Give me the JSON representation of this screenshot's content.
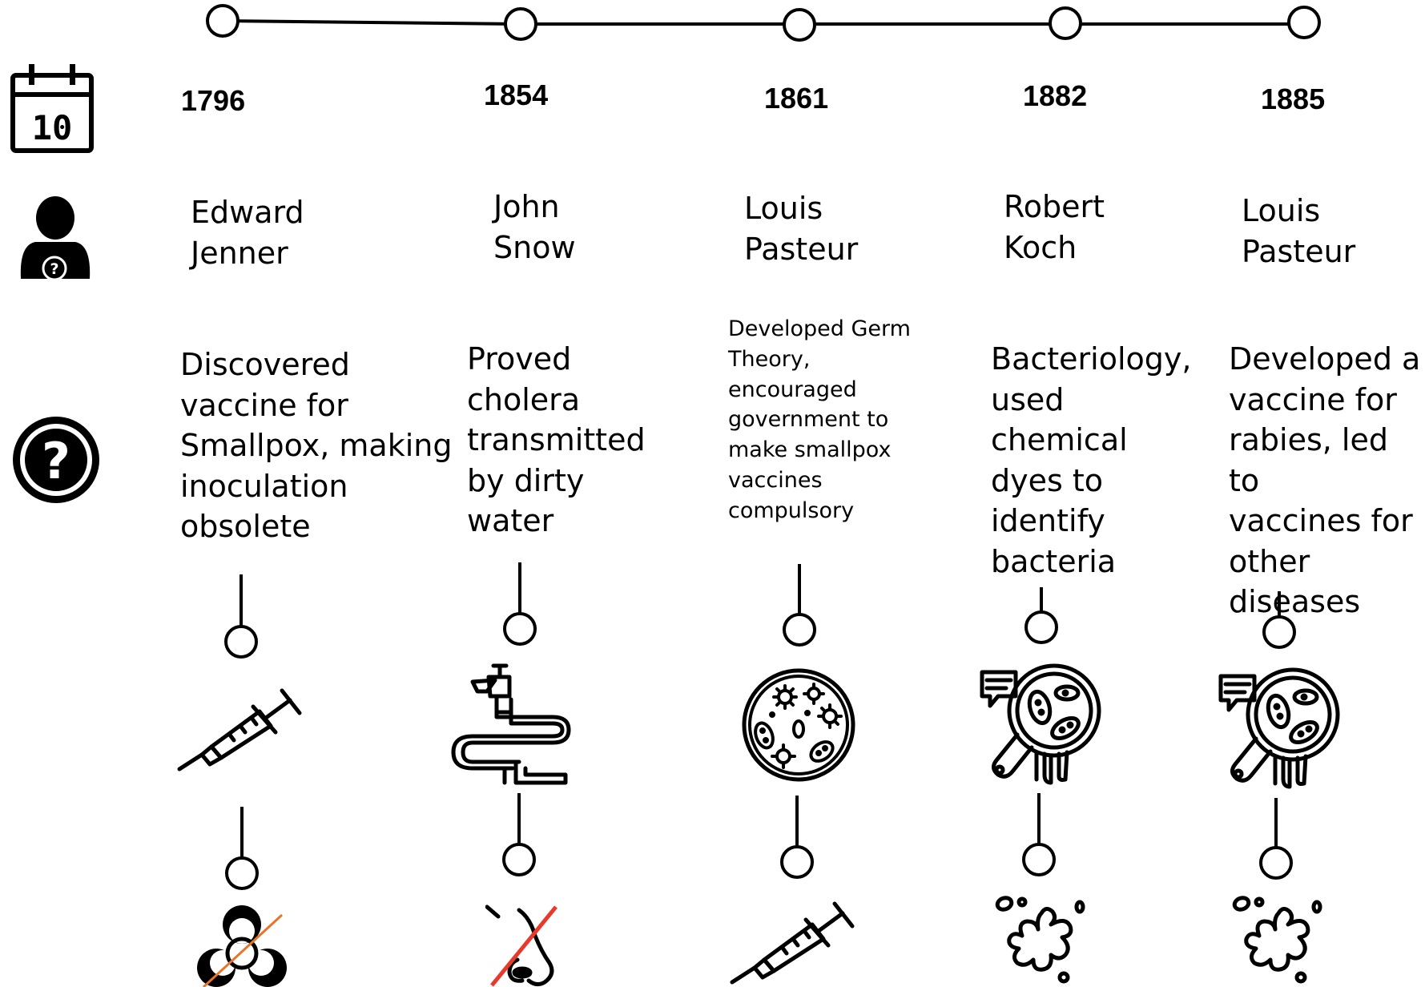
{
  "row_icons": {
    "date": "calendar-icon",
    "date_day": "10",
    "person": "unknown-person-icon",
    "question": "question-icon"
  },
  "events": [
    {
      "year": "1796",
      "person": "Edward\nJenner",
      "description": "Discovered\nvaccine for\nSmallpox, making\ninoculation\nobsolete",
      "icon1": "syringe-icon",
      "icon2": "crossed-out-biohazard-icon"
    },
    {
      "year": "1854",
      "person": "John\nSnow",
      "description": "Proved\ncholera\ntransmitted\nby dirty\nwater",
      "icon1": "water-pipe-icon",
      "icon2": "crossed-out-nose-icon"
    },
    {
      "year": "1861",
      "person": "Louis\nPasteur",
      "description": "Developed Germ\nTheory,\nencouraged\ngovernment to\nmake smallpox\nvaccines\ncompulsory",
      "icon1": "germs-icon",
      "icon2": "syringe-icon"
    },
    {
      "year": "1882",
      "person": "Robert\nKoch",
      "description": "Bacteriology,\nused\nchemical\ndyes to\nidentify\nbacteria",
      "icon1": "bacteria-magnifier-icon",
      "icon2": "stain-splash-icon"
    },
    {
      "year": "1885",
      "person": "Louis\nPasteur",
      "description": "Developed a\nvaccine for\nrabies, led to\nvaccines for\nother\ndiseases",
      "icon1": "bacteria-magnifier-icon",
      "icon2": "stain-splash-icon"
    }
  ],
  "colors": {
    "line": "#000000",
    "strike": "#e8742c",
    "background": "#ffffff"
  }
}
